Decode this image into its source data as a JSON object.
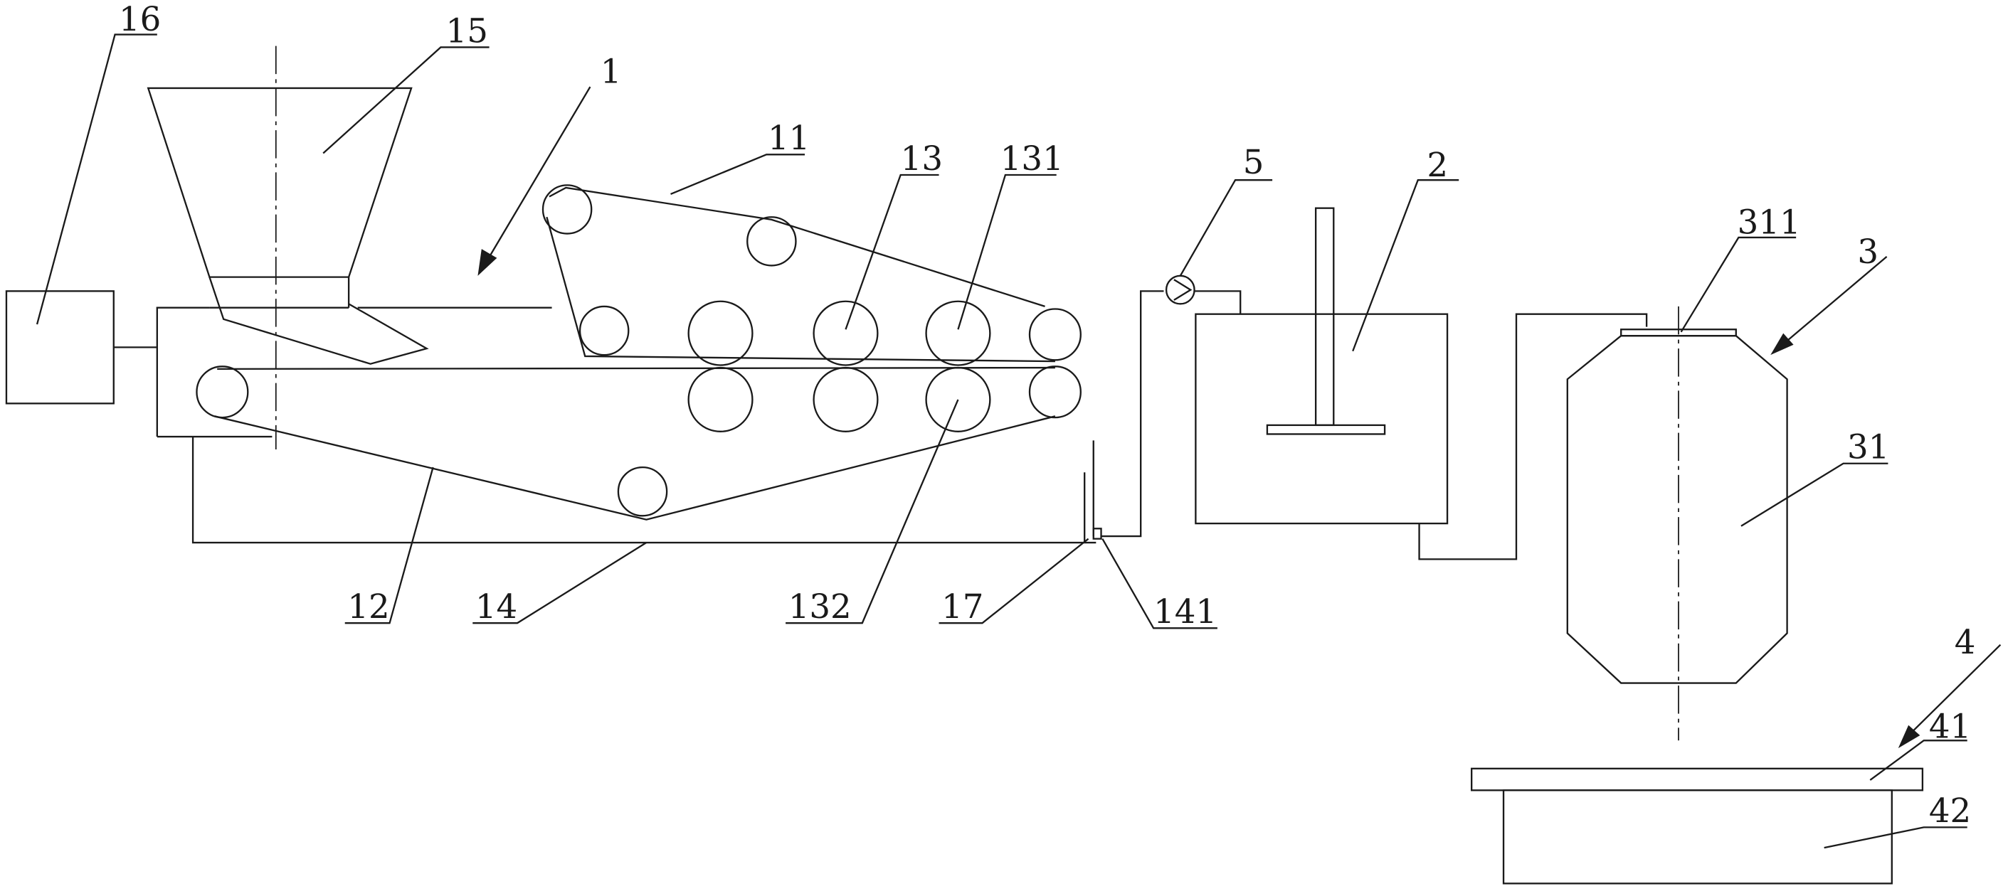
{
  "diagram": {
    "line_color": "#1a1a1a",
    "background": "#ffffff",
    "labels": {
      "l1": "1",
      "l2": "2",
      "l3": "3",
      "l4": "4",
      "l5": "5",
      "l11": "11",
      "l12": "12",
      "l13": "13",
      "l14": "14",
      "l15": "15",
      "l16": "16",
      "l17": "17",
      "l31": "31",
      "l41": "41",
      "l42": "42",
      "l131": "131",
      "l132": "132",
      "l141": "141",
      "l311": "311"
    }
  }
}
